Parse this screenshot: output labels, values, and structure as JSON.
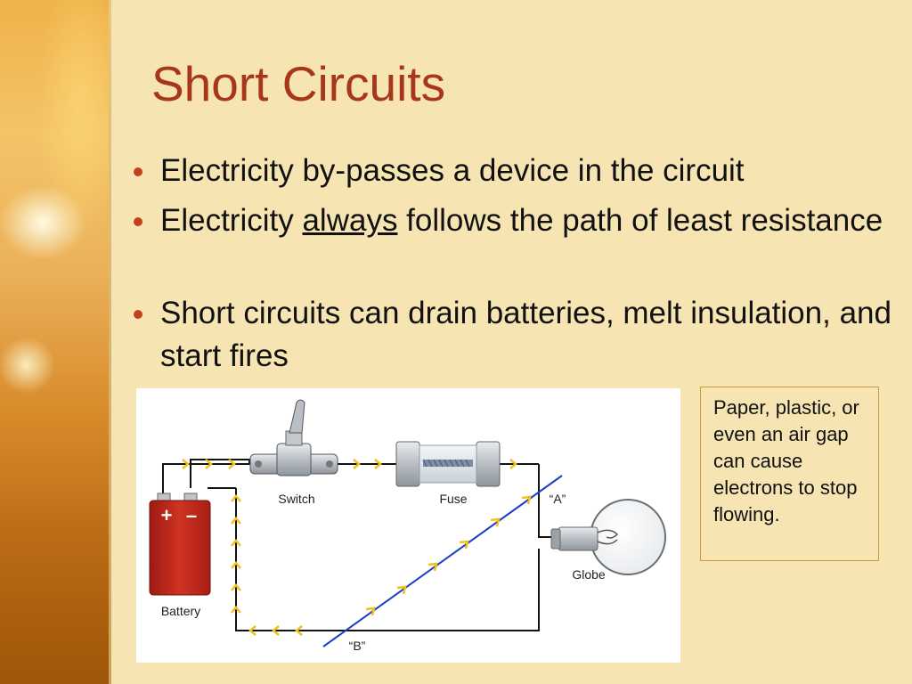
{
  "slide": {
    "title": "Short Circuits",
    "bullets": [
      {
        "text": "Electricity by-passes a device in the circuit"
      },
      {
        "pre": "Electricity ",
        "emph": "always",
        "post": " follows the path of least resistance"
      },
      {
        "text": "Short circuits can drain batteries, melt insulation, and start fires"
      }
    ],
    "note": "Paper, plastic, or even an air gap can cause electrons to stop flowing."
  },
  "diagram": {
    "labels": {
      "switch": "Switch",
      "fuse": "Fuse",
      "globe": "Globe",
      "battery": "Battery",
      "point_a": "“A”",
      "point_b": "“B”",
      "plus": "+",
      "minus": "–"
    },
    "colors": {
      "title": "#a8361a",
      "bullet": "#c2411b",
      "wire": "#111111",
      "arrow": "#f0c21a",
      "short_path": "#1b3fc9",
      "battery": "#c0261b"
    }
  }
}
